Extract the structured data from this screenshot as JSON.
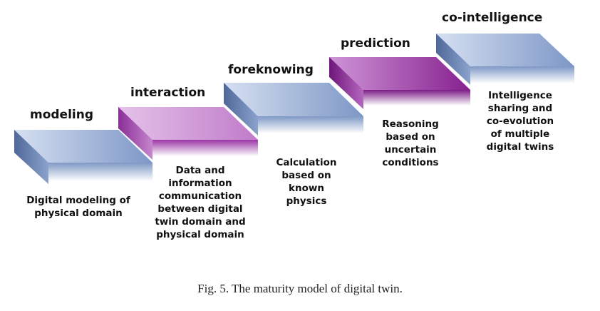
{
  "stages": [
    {
      "title": "modeling",
      "description": [
        "Digital modeling of",
        "physical domain"
      ],
      "color": "blue"
    },
    {
      "title": "interaction",
      "description": [
        "Data and",
        "information",
        "communication",
        "between digital",
        "twin domain and",
        "physical domain"
      ],
      "color": "violet"
    },
    {
      "title": "foreknowing",
      "description": [
        "Calculation",
        "based on",
        "known",
        "physics"
      ],
      "color": "blue"
    },
    {
      "title": "prediction",
      "description": [
        "Reasoning",
        "based on",
        "uncertain",
        "conditions"
      ],
      "color": "purple"
    },
    {
      "title": "co-intelligence",
      "description": [
        "Intelligence",
        "sharing and",
        "co-evolution",
        "of multiple",
        "digital twins"
      ],
      "color": "blue"
    }
  ],
  "caption": "Fig. 5. The maturity model of digital twin.",
  "colors": {
    "blue_top_light": "#d3ddef",
    "blue_top_dark": "#7f99c8",
    "blue_side": "#5f78a6",
    "violet_top_light": "#e3bfe8",
    "violet_top_dark": "#c27bcb",
    "violet_front": "#9b3ba6",
    "purple_top_light": "#c98bd2",
    "purple_top_dark": "#8a2494",
    "purple_front": "#7a1c86"
  }
}
